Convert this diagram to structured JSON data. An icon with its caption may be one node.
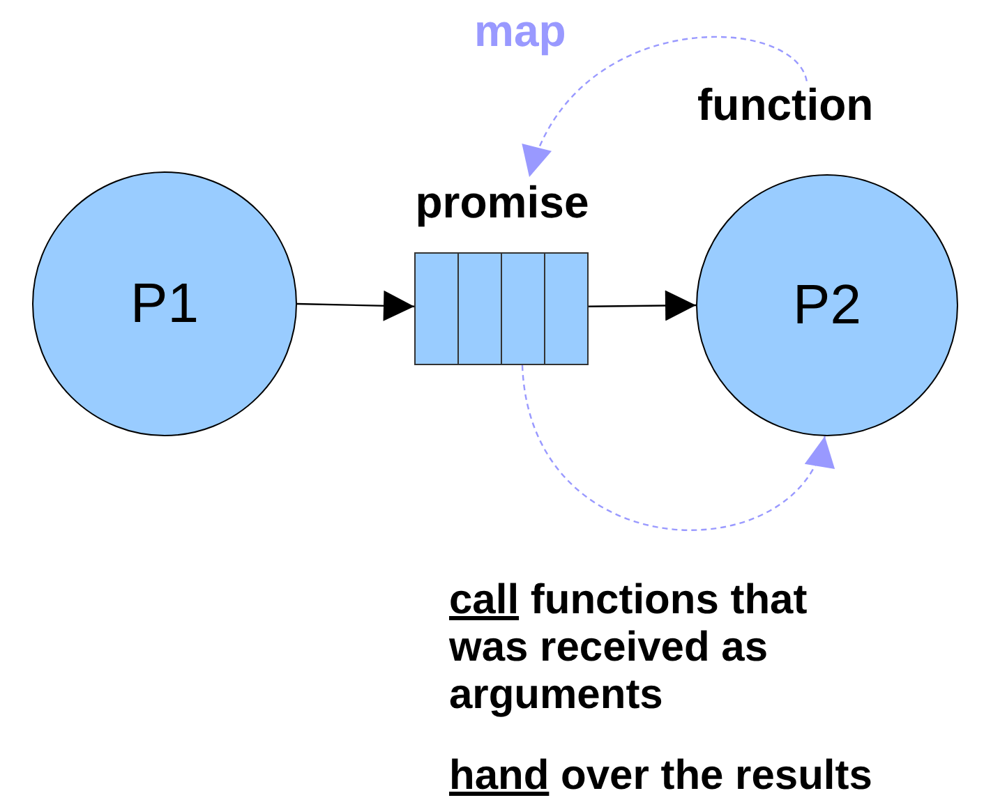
{
  "diagram": {
    "nodes": [
      {
        "text": [
          "P1"
        ]
      },
      {
        "text": [
          "promise"
        ]
      },
      {
        "text": [
          "P2"
        ]
      },
      {
        "text": [
          "function"
        ]
      }
    ],
    "edges": [
      {
        "from": 0,
        "to": 1,
        "arrow": "to"
      },
      {
        "from": 1,
        "to": 2,
        "arrow": "to"
      },
      {
        "from": 3,
        "to": 1,
        "arrow": "to",
        "label": "map",
        "style": "dashed",
        "color": "#9999ff"
      },
      {
        "from": 1,
        "to": 2,
        "arrow": "to",
        "style": "dashed",
        "color": "#9999ff"
      }
    ],
    "labels": [
      "call",
      "functions that was received as arguments",
      "hand",
      "over the results"
    ]
  }
}
